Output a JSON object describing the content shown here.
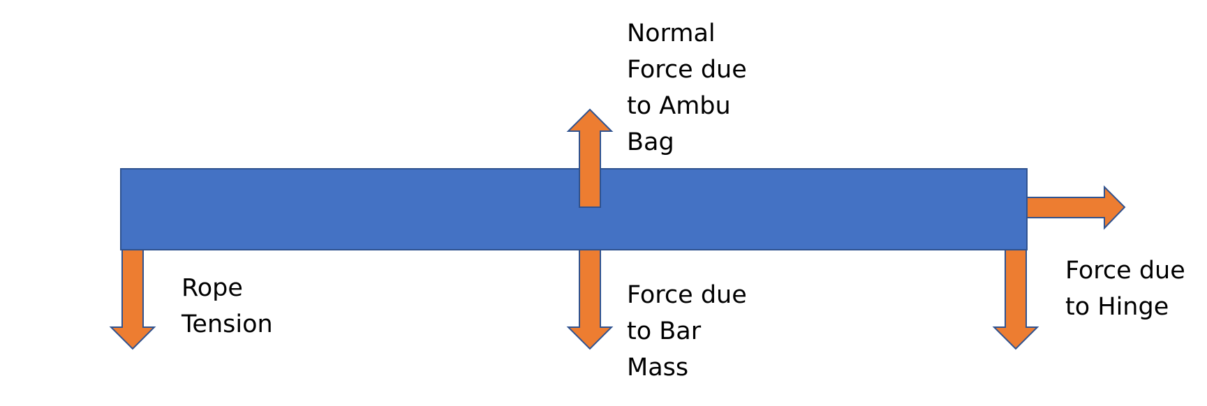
{
  "colors": {
    "bar_fill": "#4472C4",
    "bar_stroke": "#2F528F",
    "arrow_fill": "#ED7D31",
    "arrow_stroke": "#2F528F",
    "text": "#000000",
    "background": "#FFFFFF"
  },
  "labels": {
    "normal_force": [
      "Normal",
      "Force due",
      "to Ambu",
      "Bag"
    ],
    "rope_tension": [
      "Rope",
      "Tension"
    ],
    "bar_mass_force": [
      "Force due",
      "to Bar",
      "Mass"
    ],
    "hinge_force": [
      "Force due",
      "to Hinge"
    ]
  }
}
